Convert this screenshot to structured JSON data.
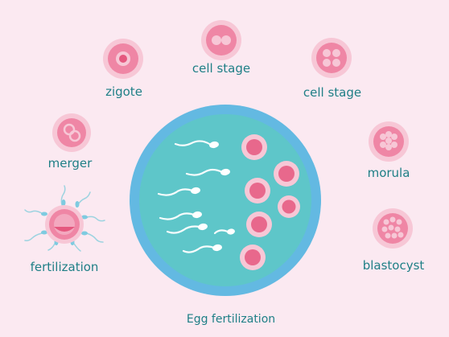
{
  "labels": {
    "zigote": "zigote",
    "cell_stage_2": "cell stage",
    "cell_stage_4": "cell stage",
    "merger": "merger",
    "morula": "morula",
    "fertilization": "fertilization",
    "blastocyst": "blastocyst"
  },
  "caption": "Egg fertilization",
  "colors": {
    "background": "#fbe9f1",
    "text": "#1e7f86",
    "dish_outer": "#63b9e2",
    "dish_inner": "#5ec6c9",
    "cell_light": "#f7c7d6",
    "cell_mid": "#ef86a5",
    "cell_dark": "#e5587f",
    "sperm": "#ffffff"
  },
  "icons": [
    "zygote-icon",
    "two-cell-icon",
    "four-cell-icon",
    "merger-icon",
    "morula-icon",
    "fertilization-icon",
    "blastocyst-icon",
    "petri-dish-icon"
  ]
}
